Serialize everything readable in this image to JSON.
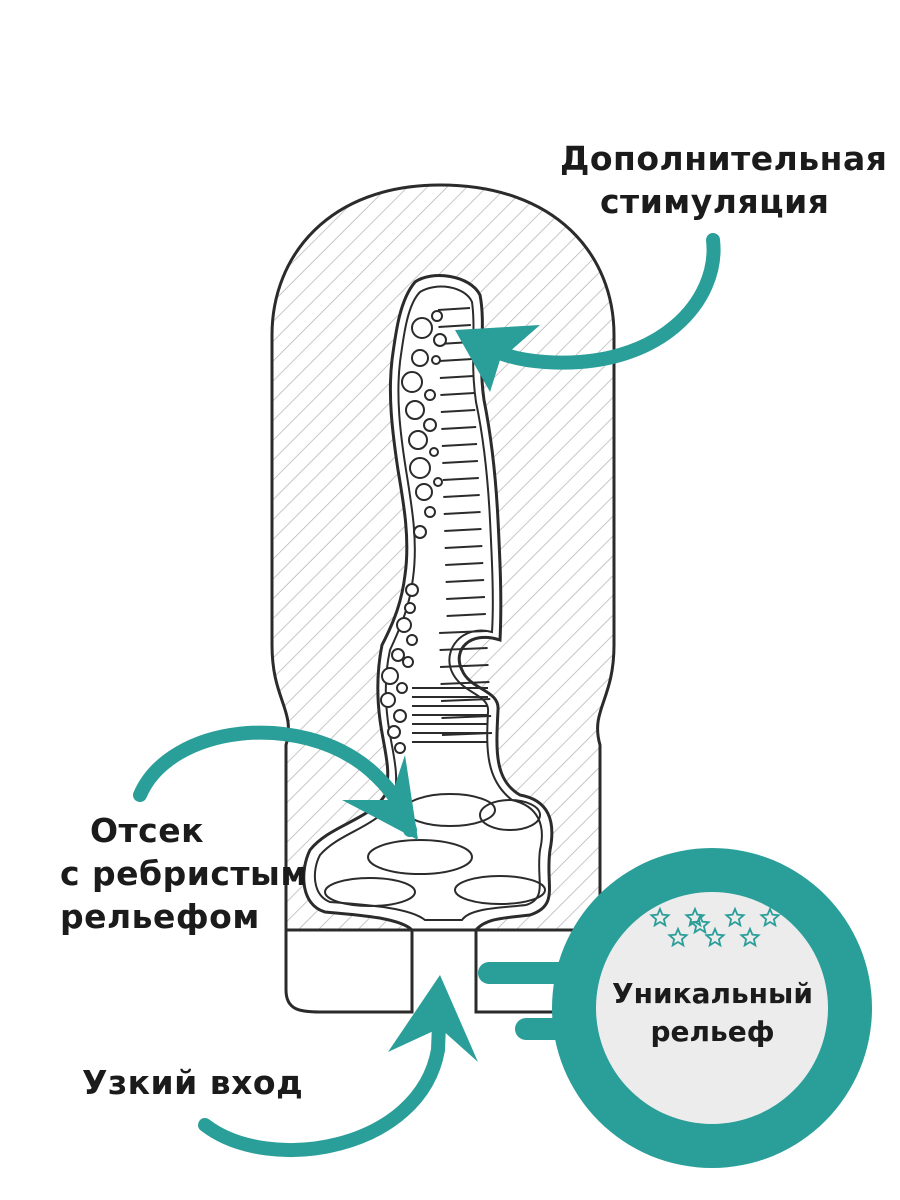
{
  "labels": {
    "top": [
      "Дополнительная",
      "стимуляция"
    ],
    "middle": [
      "Отсек",
      "с ребристым",
      "рельефом"
    ],
    "bottom": "Узкий вход"
  },
  "badge": {
    "text": [
      "Уникальный",
      "рельеф"
    ],
    "stars_count": 8
  },
  "colors": {
    "accent": "#2a9e99",
    "accent_dark": "#1d8a86",
    "outline": "#2b2b2b",
    "hatch": "#b9b9b9",
    "badge_fill": "#ececec"
  }
}
